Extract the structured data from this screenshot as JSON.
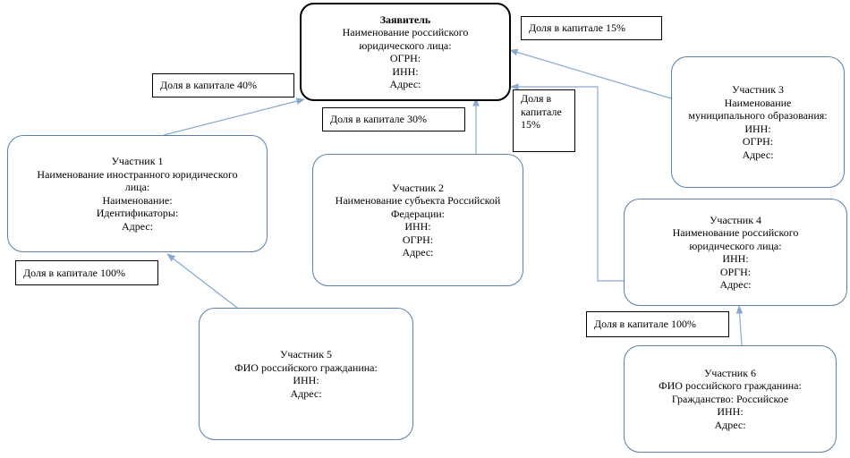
{
  "colors": {
    "edge": "#8aa9cf",
    "node_border": "#5b7fa8",
    "main_border": "#000000"
  },
  "nodes": {
    "applicant": {
      "title": "Заявитель",
      "lines": [
        "Наименование российского",
        "юридического лица:",
        "ОГРН:",
        "ИНН:",
        "Адрес:"
      ]
    },
    "p1": {
      "title": "Участник 1",
      "lines": [
        "Наименование иностранного юридического",
        "лица:",
        "Наименование:",
        "Идентификаторы:",
        "Адрес:"
      ]
    },
    "p2": {
      "title": "Участник 2",
      "lines": [
        "Наименование субъекта Российской",
        "Федерации:",
        "ИНН:",
        "ОГРН:",
        "Адрес:"
      ]
    },
    "p3": {
      "title": "Участник 3",
      "lines": [
        "Наименование",
        "муниципального образования:",
        "ИНН:",
        "ОГРН:",
        "Адрес:"
      ]
    },
    "p4": {
      "title": "Участник 4",
      "lines": [
        "Наименование российского",
        "юридического лица:",
        "ИНН:",
        "ОРГН:",
        "Адрес:"
      ]
    },
    "p5": {
      "title": "Участник 5",
      "lines": [
        "ФИО российского гражданина:",
        "ИНН:",
        "Адрес:"
      ]
    },
    "p6": {
      "title": "Участник 6",
      "lines": [
        "ФИО российского гражданина:",
        "Гражданство: Российское",
        "ИНН:",
        "Адрес:"
      ]
    }
  },
  "labels": {
    "share_p1": "Доля в капитале 40%",
    "share_p2": "Доля в капитале 30%",
    "share_p3": "Доля в капитале 15%",
    "share_p4": [
      "Доля в",
      "капитале",
      "15%"
    ],
    "share_p5": "Доля в капитале 100%",
    "share_p6": "Доля в капитале 100%"
  }
}
